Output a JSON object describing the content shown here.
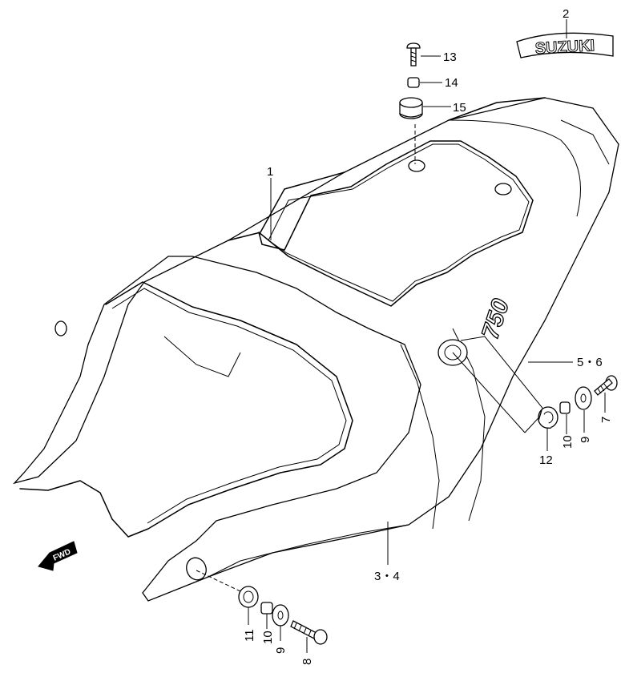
{
  "diagram": {
    "callouts": {
      "c1": "1",
      "c2": "2",
      "c3_4": "3・4",
      "c5_6": "5・6",
      "c7": "7",
      "c8": "8",
      "c9a": "9",
      "c9b": "9",
      "c10a": "10",
      "c10b": "10",
      "c11": "11",
      "c12": "12",
      "c13": "13",
      "c14": "14",
      "c15": "15"
    },
    "emblem_text": "SUZUKI",
    "side_badge_text": "750",
    "fwd_arrow_text": "FWD"
  }
}
